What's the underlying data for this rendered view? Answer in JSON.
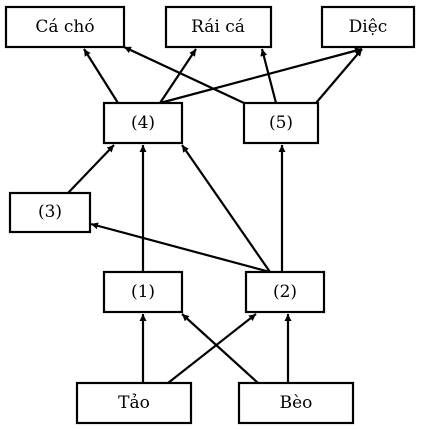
{
  "nodes": {
    "ca_cho": "Cá chó",
    "rai_ca": "Rái cá",
    "diec": "Diệc",
    "n4": "(4)",
    "n5": "(5)",
    "n3": "(3)",
    "n1": "(1)",
    "n2": "(2)",
    "tao": "Tảo",
    "beo": "Bèo"
  },
  "edges": [
    {
      "from": "n4",
      "to": "ca_cho"
    },
    {
      "from": "n4",
      "to": "diec"
    },
    {
      "from": "n5",
      "to": "ca_cho"
    },
    {
      "from": "n5",
      "to": "rai_ca"
    },
    {
      "from": "n5",
      "to": "diec"
    },
    {
      "from": "n3",
      "to": "n4"
    },
    {
      "from": "n1",
      "to": "n4"
    },
    {
      "from": "n2",
      "to": "n4"
    },
    {
      "from": "n2",
      "to": "n5"
    },
    {
      "from": "n2",
      "to": "n3"
    },
    {
      "from": "tao",
      "to": "n1"
    },
    {
      "from": "tao",
      "to": "n2"
    },
    {
      "from": "beo",
      "to": "n1"
    },
    {
      "from": "beo",
      "to": "n2"
    },
    {
      "from": "n4",
      "to": "rai_ca"
    }
  ],
  "colors": {
    "line": "#000000",
    "box_fill": "#ffffff"
  }
}
